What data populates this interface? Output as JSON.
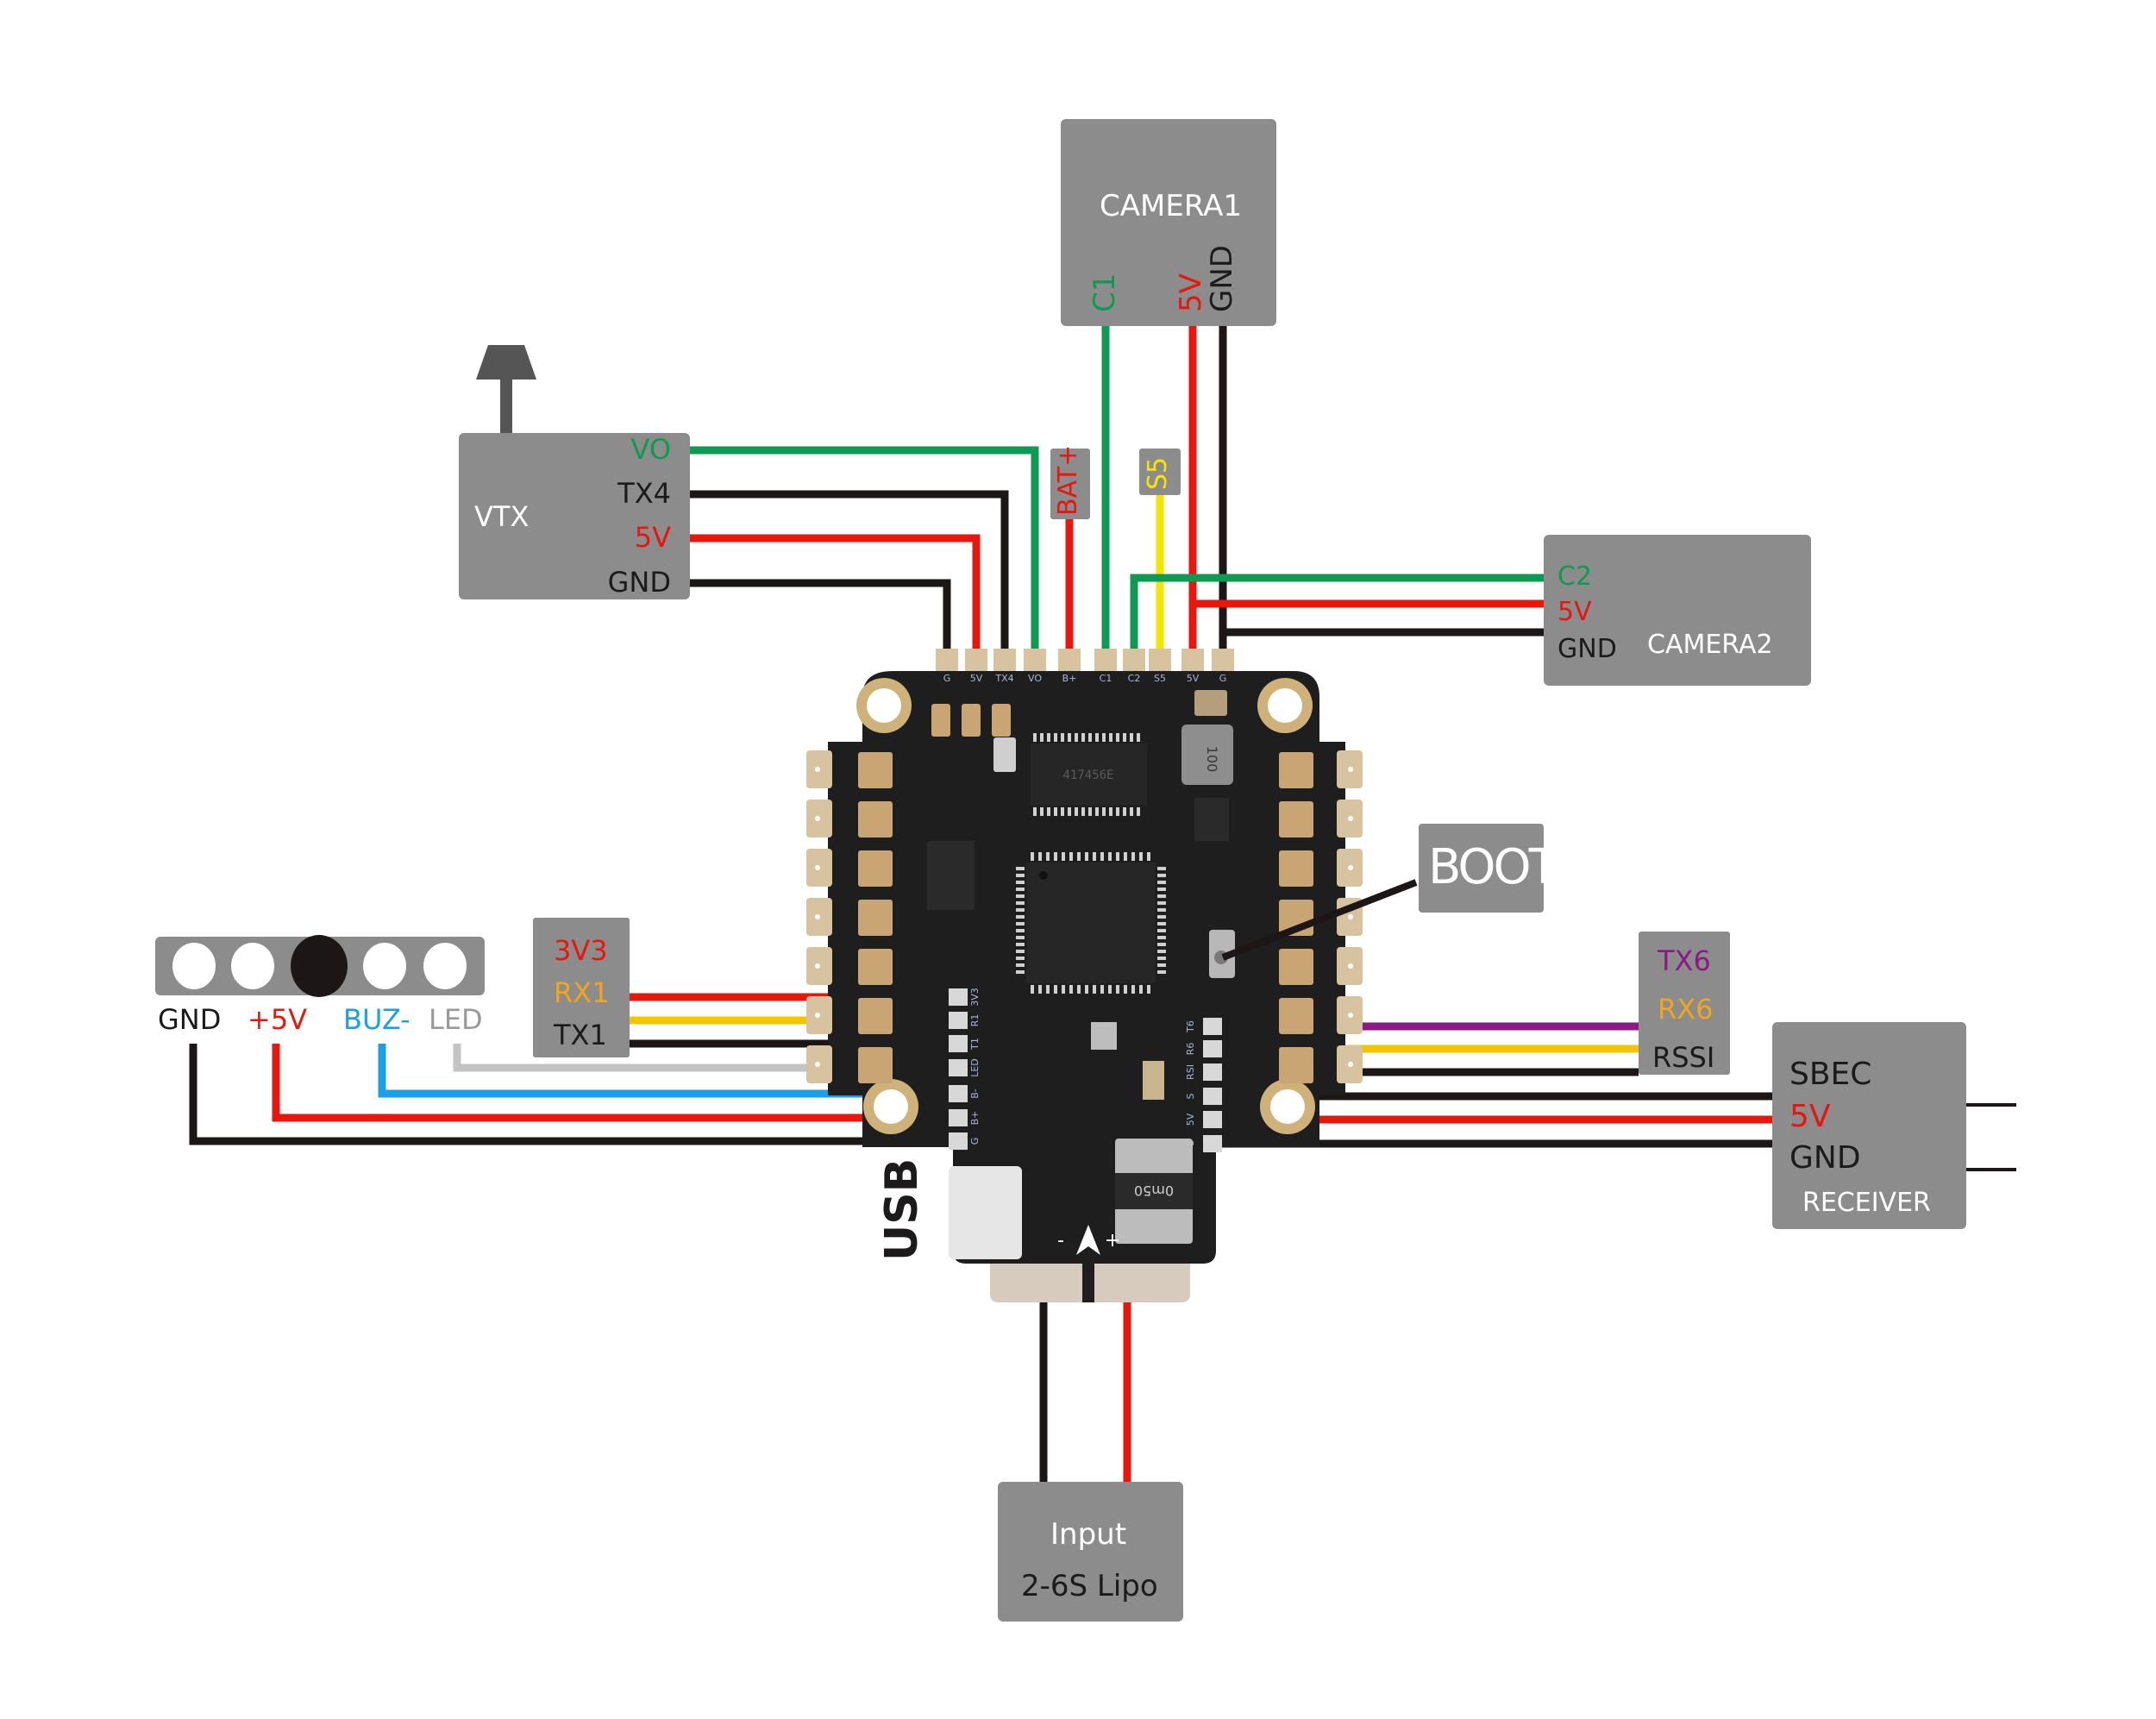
{
  "diagram": {
    "type": "flight controller wiring diagram",
    "colors": {
      "box": "#8c8c8c",
      "green": "#0e9a53",
      "red": "#e8160c",
      "black": "#1c1616",
      "yellow": "#f5e600",
      "orange": "#f2a51a",
      "purple": "#8c1a84",
      "blue": "#1aa0e6",
      "gray": "#c4c4c4",
      "pcb": "#1e1e1e",
      "pad": "#d8c3a0"
    }
  },
  "camera1": {
    "title": "CAMERA1",
    "pins": [
      {
        "label": "C1",
        "color": "#0e9a53"
      },
      {
        "label": "5V",
        "color": "#e8160c"
      },
      {
        "label": "GND",
        "color": "#1c1616"
      }
    ]
  },
  "camera2": {
    "title": "CAMERA2",
    "pins": [
      {
        "label": "C2",
        "color": "#0e9a53"
      },
      {
        "label": "5V",
        "color": "#e8160c"
      },
      {
        "label": "GND",
        "color": "#1c1616"
      }
    ]
  },
  "vtx": {
    "title": "VTX",
    "pins": [
      {
        "label": "VO",
        "color": "#0e9a53"
      },
      {
        "label": "TX4",
        "color": "#1c1616"
      },
      {
        "label": "5V",
        "color": "#e8160c"
      },
      {
        "label": "GND",
        "color": "#1c1616"
      }
    ]
  },
  "bat_label": "BAT+",
  "s5_label": "S5",
  "top_pads": [
    "G",
    "5V",
    "TX4",
    "VO",
    "B+",
    "C1",
    "C2",
    "S5",
    "5V",
    "G"
  ],
  "left_pads": [
    "3V3",
    "R1",
    "T1",
    "LED",
    "B-",
    "B+",
    "G"
  ],
  "right_pads": [
    "T6",
    "R6",
    "RSI",
    "S",
    "5V",
    "G"
  ],
  "uart1": {
    "pins": [
      {
        "label": "3V3",
        "color": "#e8160c"
      },
      {
        "label": "RX1",
        "color": "#f2a51a"
      },
      {
        "label": "TX1",
        "color": "#1c1616"
      }
    ]
  },
  "buzzer_led": {
    "pins": [
      {
        "label": "GND",
        "color": "#1c1616"
      },
      {
        "label": "+5V",
        "color": "#e8160c"
      },
      {
        "label": "BUZ-",
        "color": "#1aa0e6"
      },
      {
        "label": "LED",
        "color": "#9a9a9a"
      }
    ]
  },
  "uart6": {
    "pins": [
      {
        "label": "TX6",
        "color": "#8c1a84"
      },
      {
        "label": "RX6",
        "color": "#f2a51a"
      },
      {
        "label": "RSSI",
        "color": "#1c1616"
      }
    ]
  },
  "receiver": {
    "pins": [
      {
        "label": "SBEC",
        "color": "#1c1616"
      },
      {
        "label": "5V",
        "color": "#e8160c"
      },
      {
        "label": "GND",
        "color": "#1c1616"
      }
    ],
    "title": "RECEIVER"
  },
  "boot_label": "BOOT",
  "usb_label": "USB",
  "board_marks": {
    "minus": "-",
    "plus": "+",
    "inductor": "100",
    "shunt": "0m50",
    "flash_chip": "417456E"
  },
  "power_input": {
    "title": "Input",
    "subtitle": "2-6S Lipo"
  }
}
